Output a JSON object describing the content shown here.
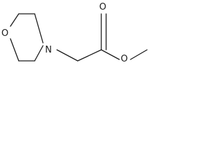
{
  "molecule": {
    "atoms": {
      "ring_oxygen": "O",
      "ring_nitrogen": "N",
      "carbonyl_oxygen": "O",
      "ester_oxygen": "O"
    }
  },
  "colors": {
    "bond": "#1a1a1a",
    "label": "#1a1a1a",
    "background": "#ffffff"
  }
}
